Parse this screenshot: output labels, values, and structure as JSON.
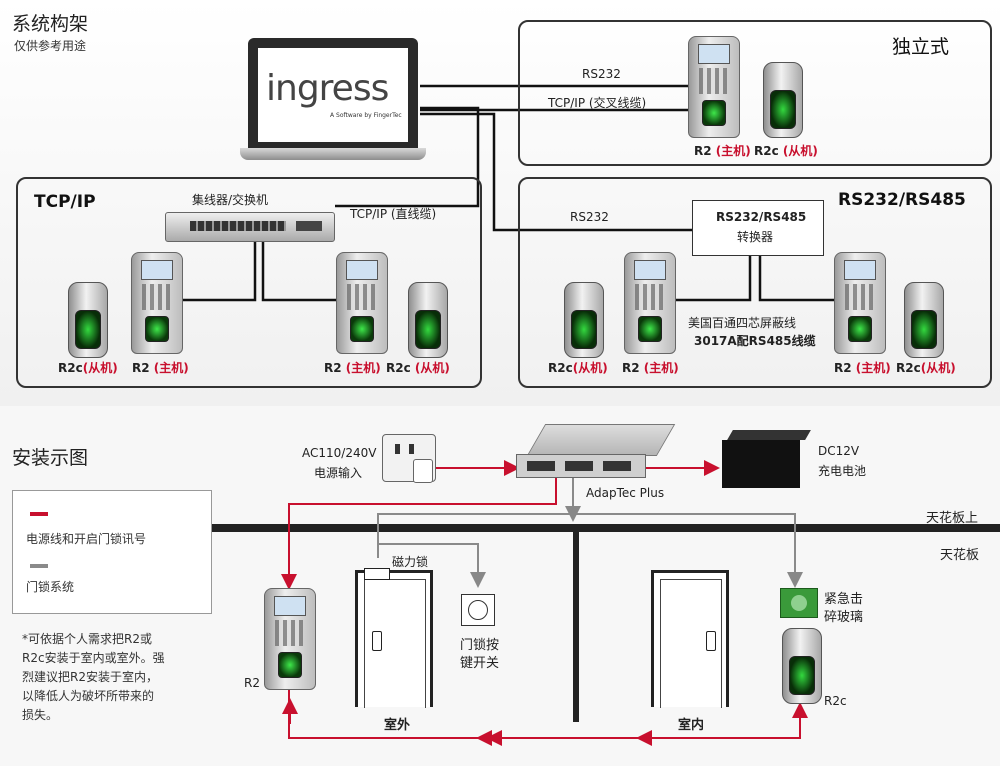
{
  "top": {
    "title": "系统构架",
    "subtitle": "仅供参考用途",
    "laptop": {
      "brand": "ingress",
      "tagline": "A Software by FingerTec"
    },
    "standalone": {
      "title": "独立式",
      "link_top": "RS232",
      "link_bottom": "TCP/IP (交叉线缆)",
      "devices": [
        {
          "name": "R2",
          "role": "(主机)"
        },
        {
          "name": "R2c",
          "role": "(从机)"
        }
      ]
    },
    "tcpip": {
      "title": "TCP/IP",
      "hub_label": "集线器/交换机",
      "link_label": "TCP/IP (直线缆)",
      "devices": [
        {
          "name": "R2c",
          "role": "(从机)"
        },
        {
          "name": "R2",
          "role": "(主机)"
        },
        {
          "name": "R2",
          "role": "(主机)"
        },
        {
          "name": "R2c",
          "role": "(从机)"
        }
      ]
    },
    "rs485": {
      "title": "RS232/RS485",
      "link_label": "RS232",
      "converter_line1": "RS232/RS485",
      "converter_line2": "转换器",
      "cable_line1": "美国百通四芯屏蔽线",
      "cable_line2": "3017A配RS485线缆",
      "devices": [
        {
          "name": "R2c",
          "role": "(从机)"
        },
        {
          "name": "R2",
          "role": "(主机)"
        },
        {
          "name": "R2",
          "role": "(主机)"
        },
        {
          "name": "R2c",
          "role": "(从机)"
        }
      ]
    }
  },
  "bottom": {
    "title": "安装示图",
    "legend": {
      "power": "电源线和开启门锁讯号",
      "lock": "门锁系统",
      "colors": {
        "power": "#c8102e",
        "lock": "#8a8a8a"
      }
    },
    "note": [
      "*可依据个人需求把R2或",
      "R2c安装于室内或室外。强",
      "烈建议把R2安装于室内，",
      "以降低人为破坏所带来的",
      "损失。"
    ],
    "ac_label_1": "AC110/240V",
    "ac_label_2": "电源输入",
    "adaptec": "AdapTec Plus",
    "dc_label_1": "DC12V",
    "dc_label_2": "充电电池",
    "ceiling_above": "天花板上",
    "ceiling": "天花板",
    "maglock": "磁力锁",
    "exit_button_1": "门锁按",
    "exit_button_2": "键开关",
    "break_glass_1": "紧急击",
    "break_glass_2": "碎玻璃",
    "r2": "R2",
    "r2c": "R2c",
    "outdoor": "室外",
    "indoor": "室内"
  }
}
